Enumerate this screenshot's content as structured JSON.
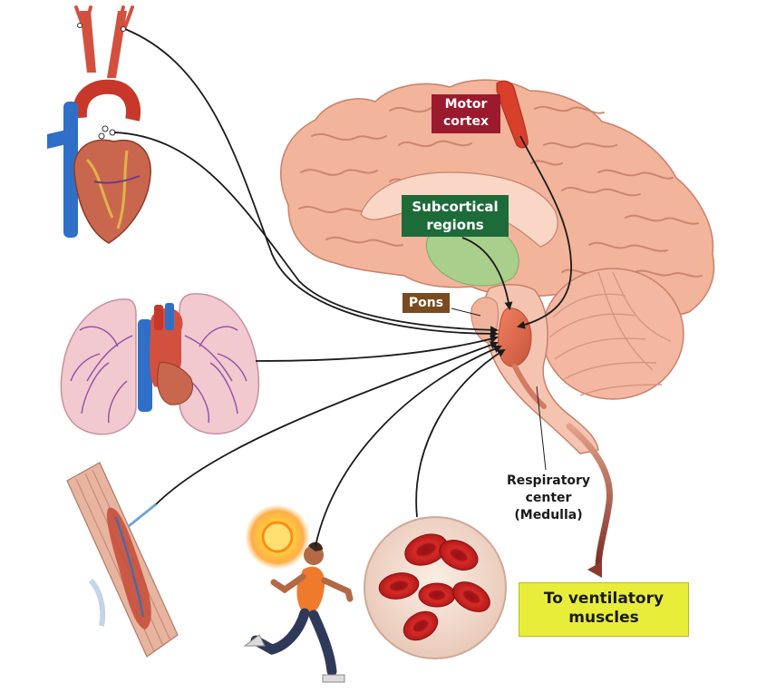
{
  "labels": {
    "motor_cortex": [
      "Motor",
      "cortex"
    ],
    "subcortical": [
      "Subcortical",
      "regions"
    ],
    "pons": "Pons",
    "respiratory_center": [
      "Respiratory",
      "center",
      "(Medulla)"
    ],
    "ventilatory": [
      "To ventilatory",
      "muscles"
    ]
  },
  "colors": {
    "motor_cortex_bg": "#9b1a2e",
    "subcortical_bg": "#1e6b3a",
    "pons_bg": "#7b4a1e",
    "ventilatory_bg": "#e8ed3a",
    "brain_tissue": "#f2b49a",
    "arrow": "#1b1b1b",
    "efferent_arrow": "#8b3a2c"
  },
  "inputs": [
    "carotid-chemoreceptors",
    "aortic-chemoreceptors",
    "lung-receptors",
    "muscle-proprioceptors",
    "exercise-body-temperature",
    "blood-gases"
  ]
}
